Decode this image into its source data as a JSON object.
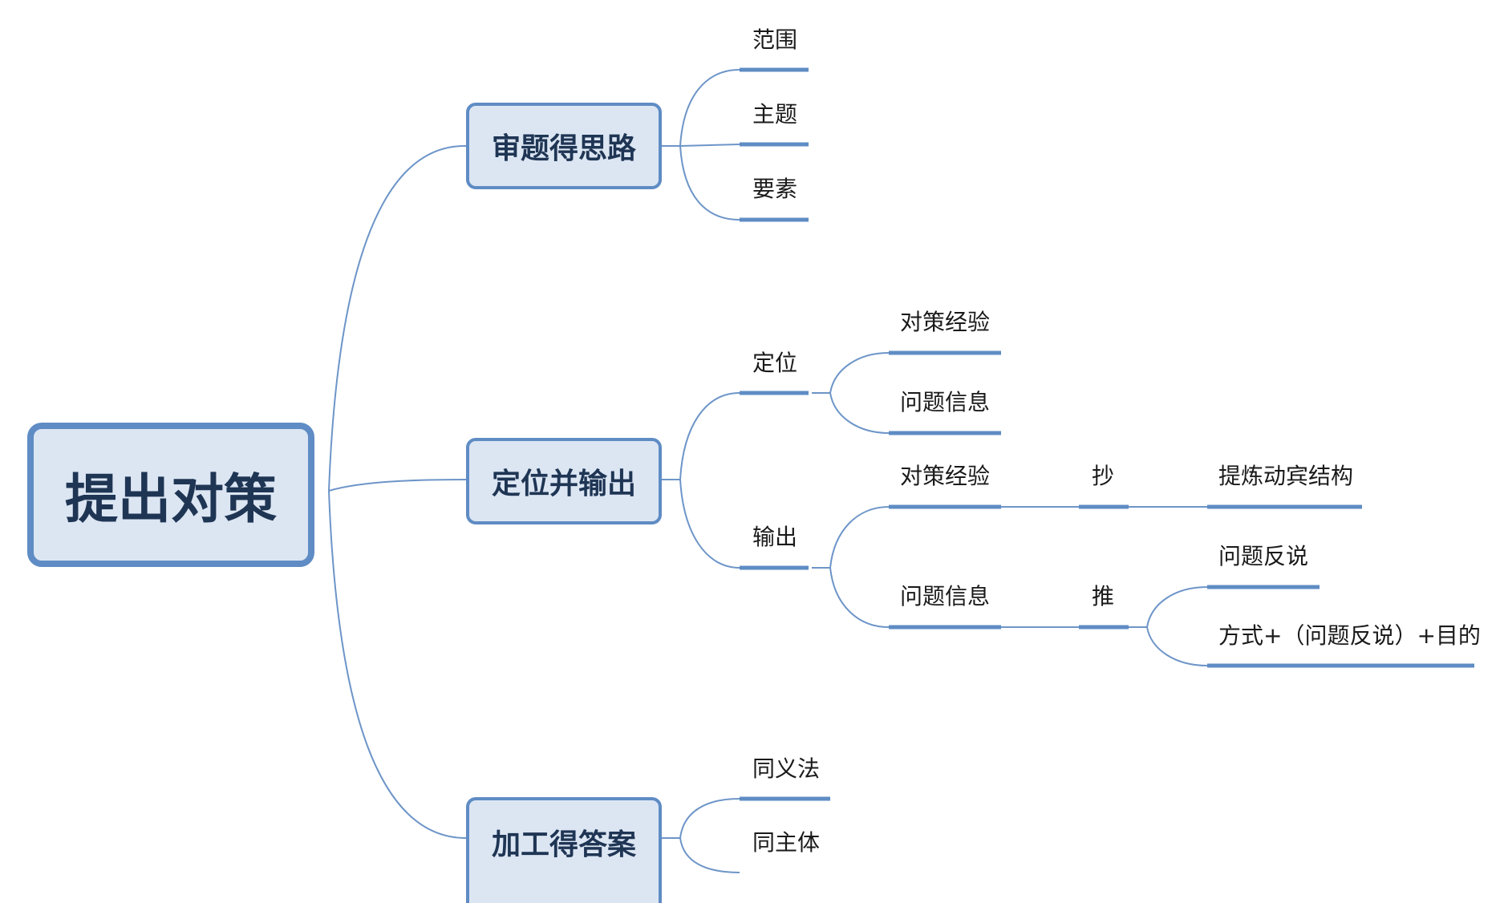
{
  "root": {
    "label": "提出对策"
  },
  "branches": [
    {
      "label": "审题得思路",
      "children": [
        "范围",
        "主题",
        "要素"
      ]
    },
    {
      "label": "定位并输出",
      "children": [
        {
          "label": "定位",
          "children": [
            "对策经验",
            "问题信息"
          ]
        },
        {
          "label": "输出",
          "children": [
            {
              "label": "对策经验",
              "via": "抄",
              "result": "提炼动宾结构"
            },
            {
              "label": "问题信息",
              "via": "推",
              "results": [
                "问题反说",
                "方式+（问题反说）+目的"
              ]
            }
          ]
        }
      ]
    },
    {
      "label": "加工得答案",
      "children": [
        "同义法",
        "同主体"
      ]
    }
  ],
  "colors": {
    "line": "#5f8cc4",
    "box_fill": "#dce6f3",
    "box_border": "#5f8cc4",
    "box_text": "#1f3554"
  }
}
